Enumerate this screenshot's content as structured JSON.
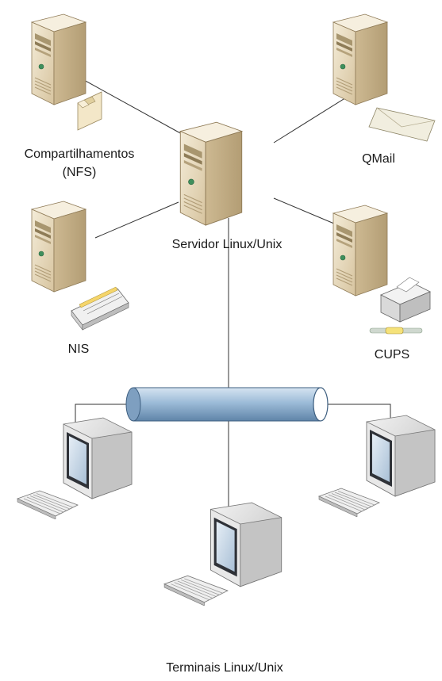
{
  "diagram": {
    "center_server": {
      "label": "Servidor Linux/Unix",
      "icon": "server-tower-icon"
    },
    "servers": [
      {
        "label_line1": "Compartilhamentos",
        "label_line2": "(NFS)",
        "icon": "folder-icon"
      },
      {
        "label": "QMail",
        "icon": "mail-envelope-icon"
      },
      {
        "label": "NIS",
        "icon": "book-directory-icon"
      },
      {
        "label": "CUPS",
        "icon": "printer-icon"
      }
    ],
    "network": {
      "icon": "network-bus-pipe-icon"
    },
    "terminals": {
      "label": "Terminais Linux/Unix",
      "count": 3,
      "icon": "workstation-icon"
    },
    "colors": {
      "server_face": "#e9dcc0",
      "server_side": "#c9b48e",
      "server_top": "#f5eedc",
      "pipe": "#9cbbd8",
      "pipe_dark": "#3e5f80",
      "monitor_body": "#e4e4e4",
      "screen": "#c9d8e6",
      "line": "#333333"
    }
  }
}
